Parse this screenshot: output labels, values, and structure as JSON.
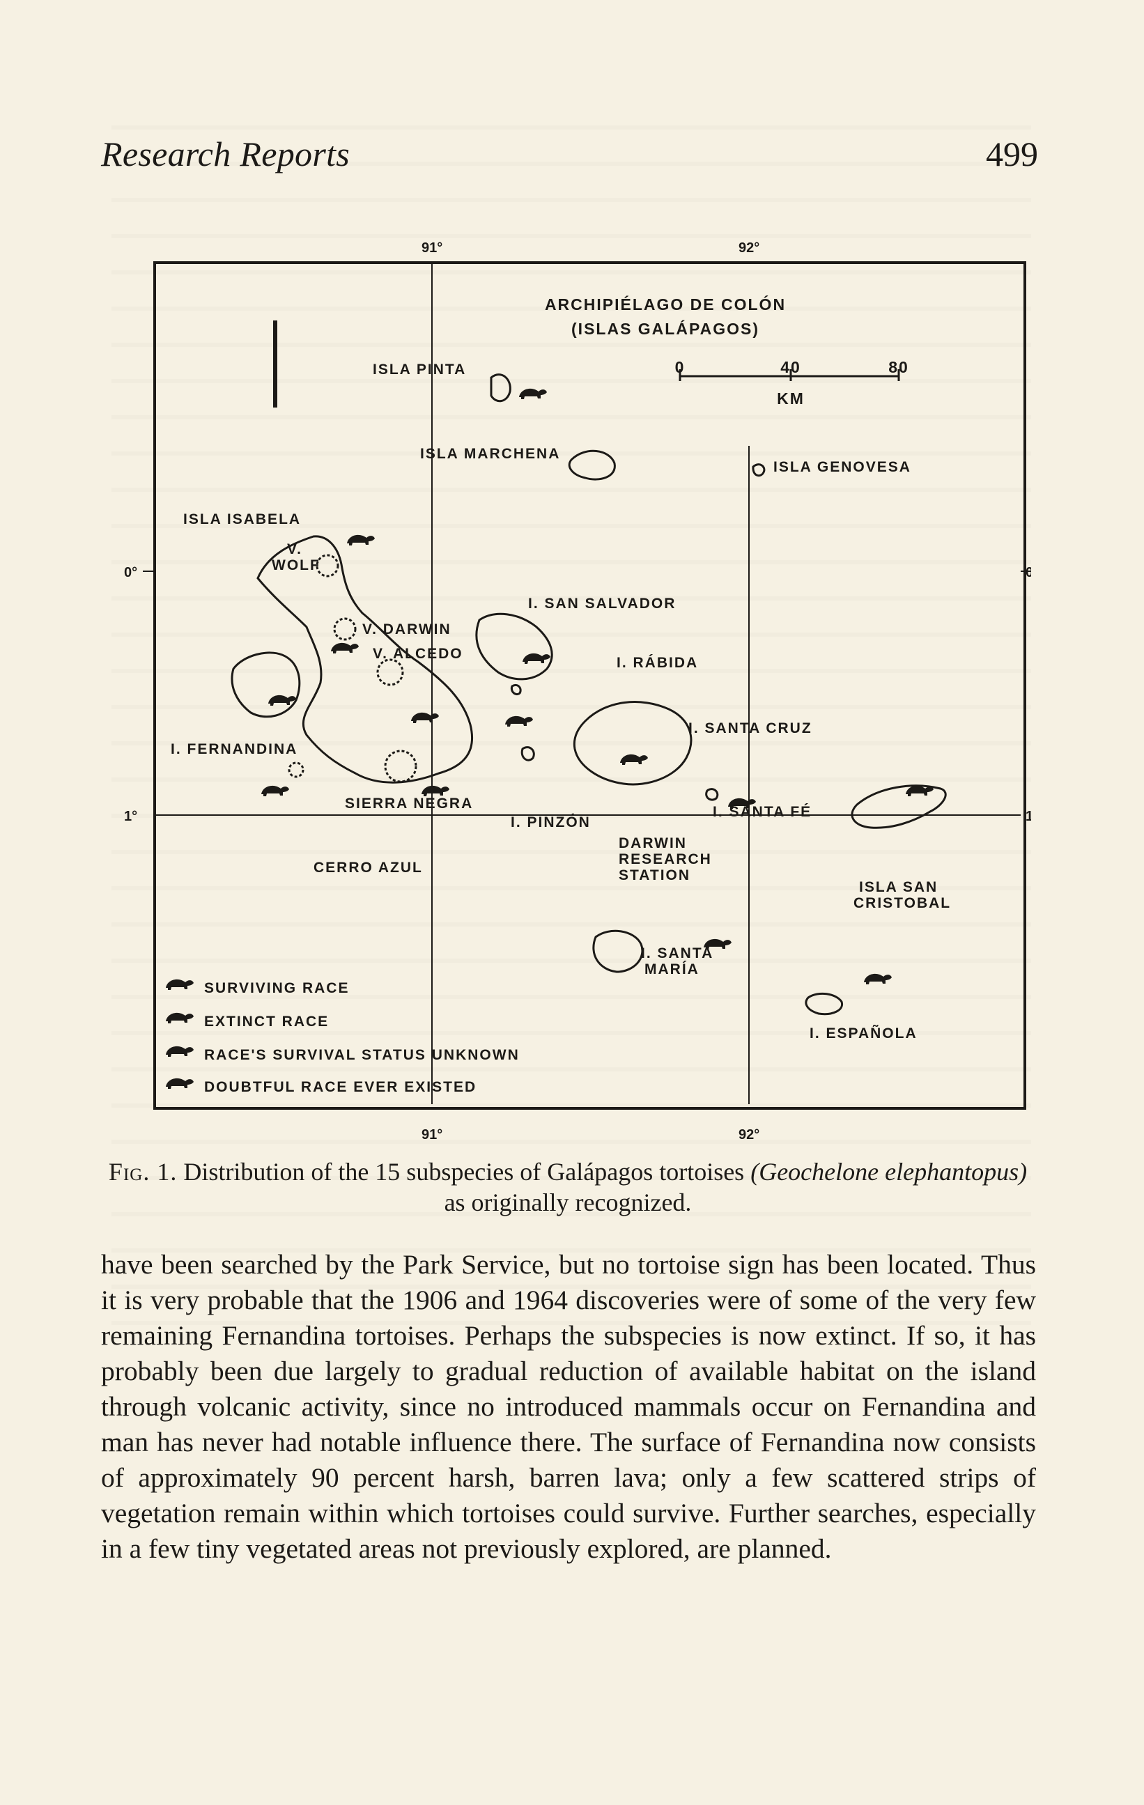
{
  "header": {
    "running_head": "Research Reports",
    "page_number": "499"
  },
  "map": {
    "title_line1": "ARCHIPIÉLAGO DE COLÓN",
    "title_line2": "(ISLAS GALÁPAGOS)",
    "scale": {
      "ticks": [
        "0",
        "40",
        "80"
      ],
      "unit": "KM"
    },
    "longitudes": [
      "91°",
      "92°"
    ],
    "latitudes": [
      "0°",
      "1°"
    ],
    "islands": {
      "pinta": "ISLA PINTA",
      "marchena": "ISLA MARCHENA",
      "genovesa": "ISLA GENOVESA",
      "isabela": "ISLA ISABELA",
      "wolf_line1": "V.",
      "wolf_line2": "WOLF",
      "darwin": "V. DARWIN",
      "alcedo": "V. ALCEDO",
      "fernandina": "I. FERNANDINA",
      "sierra_negra": "SIERRA NEGRA",
      "cerro_azul": "CERRO AZUL",
      "san_salvador": "I. SAN SALVADOR",
      "rabida": "I. RÁBIDA",
      "santa_cruz": "I. SANTA CRUZ",
      "pinzon": "I. PINZÓN",
      "santa_fe": "I. SANTA FÉ",
      "station_line1": "DARWIN",
      "station_line2": "RESEARCH",
      "station_line3": "STATION",
      "san_cristobal_line1": "ISLA SAN",
      "san_cristobal_line2": "CRISTOBAL",
      "santa_maria_line1": "I. SANTA",
      "santa_maria_line2": "MARÍA",
      "espanola": "I. ESPAÑOLA"
    },
    "legend": [
      {
        "icon": "tortoise-solid-icon",
        "label": "SURVIVING RACE"
      },
      {
        "icon": "tortoise-hatched-icon",
        "label": "EXTINCT RACE"
      },
      {
        "icon": "tortoise-outline-icon",
        "label": "RACE'S SURVIVAL STATUS UNKNOWN"
      },
      {
        "icon": "tortoise-dotted-icon",
        "label": "DOUBTFUL RACE EVER EXISTED"
      }
    ]
  },
  "caption": {
    "label": "Fig. 1.",
    "text": "Distribution of the 15 subspecies of Galápagos tortoises",
    "italic": "(Geochelone elephantopus)",
    "tail": "as originally recognized."
  },
  "body": {
    "paragraph": "have been searched by the Park Service, but no tortoise sign has been located. Thus it is very probable that the 1906 and 1964 discoveries were of some of the very few remaining Fernandina tortoises. Perhaps the subspecies is now extinct. If so, it has probably been due largely to gradual reduction of available habitat on the island through volcanic activity, since no introduced mammals occur on Fernandina and man has never had notable influence there. The surface of Fernandina now consists of approximately 90 percent harsh, barren lava; only a few scattered strips of vegetation remain within which tortoises could survive. Further searches, especially in a few tiny vegetated areas not previously explored, are planned."
  }
}
